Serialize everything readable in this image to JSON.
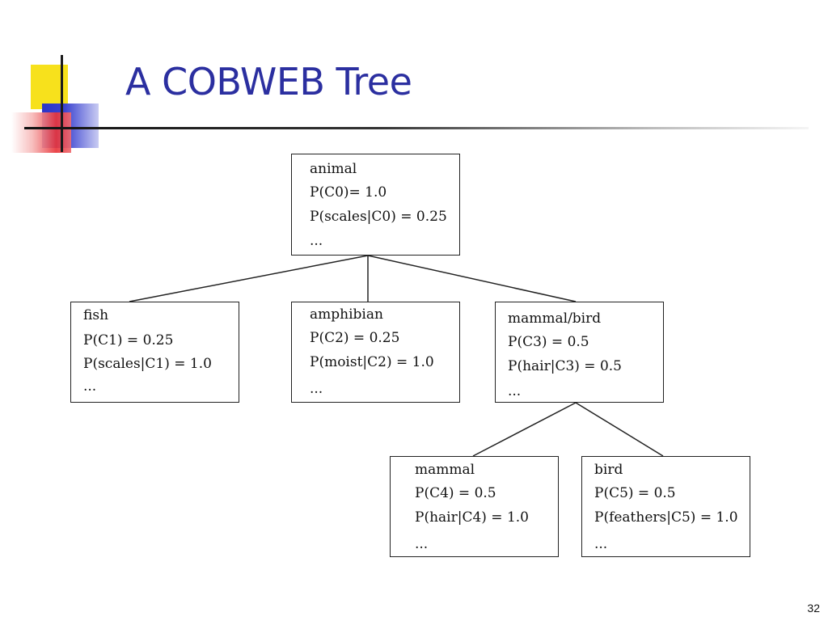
{
  "slide": {
    "title": "A COBWEB Tree",
    "page_number": "32"
  },
  "nodes": {
    "animal": {
      "name": "animal",
      "prob": "P(C0)= 1.0",
      "attr": "P(scales|C0) = 0.25",
      "more": "..."
    },
    "fish": {
      "name": "fish",
      "prob": "P(C1) = 0.25",
      "attr": "P(scales|C1) = 1.0",
      "more": "..."
    },
    "amphibian": {
      "name": "amphibian",
      "prob": "P(C2) = 0.25",
      "attr": "P(moist|C2) = 1.0",
      "more": "..."
    },
    "mammal_bird": {
      "name": "mammal/bird",
      "prob": "P(C3) = 0.5",
      "attr": "P(hair|C3) = 0.5",
      "more": "..."
    },
    "mammal": {
      "name": "mammal",
      "prob": "P(C4) = 0.5",
      "attr": "P(hair|C4) = 1.0",
      "more": "..."
    },
    "bird": {
      "name": "bird",
      "prob": "P(C5) = 0.5",
      "attr": "P(feathers|C5) = 1.0",
      "more": "..."
    }
  }
}
